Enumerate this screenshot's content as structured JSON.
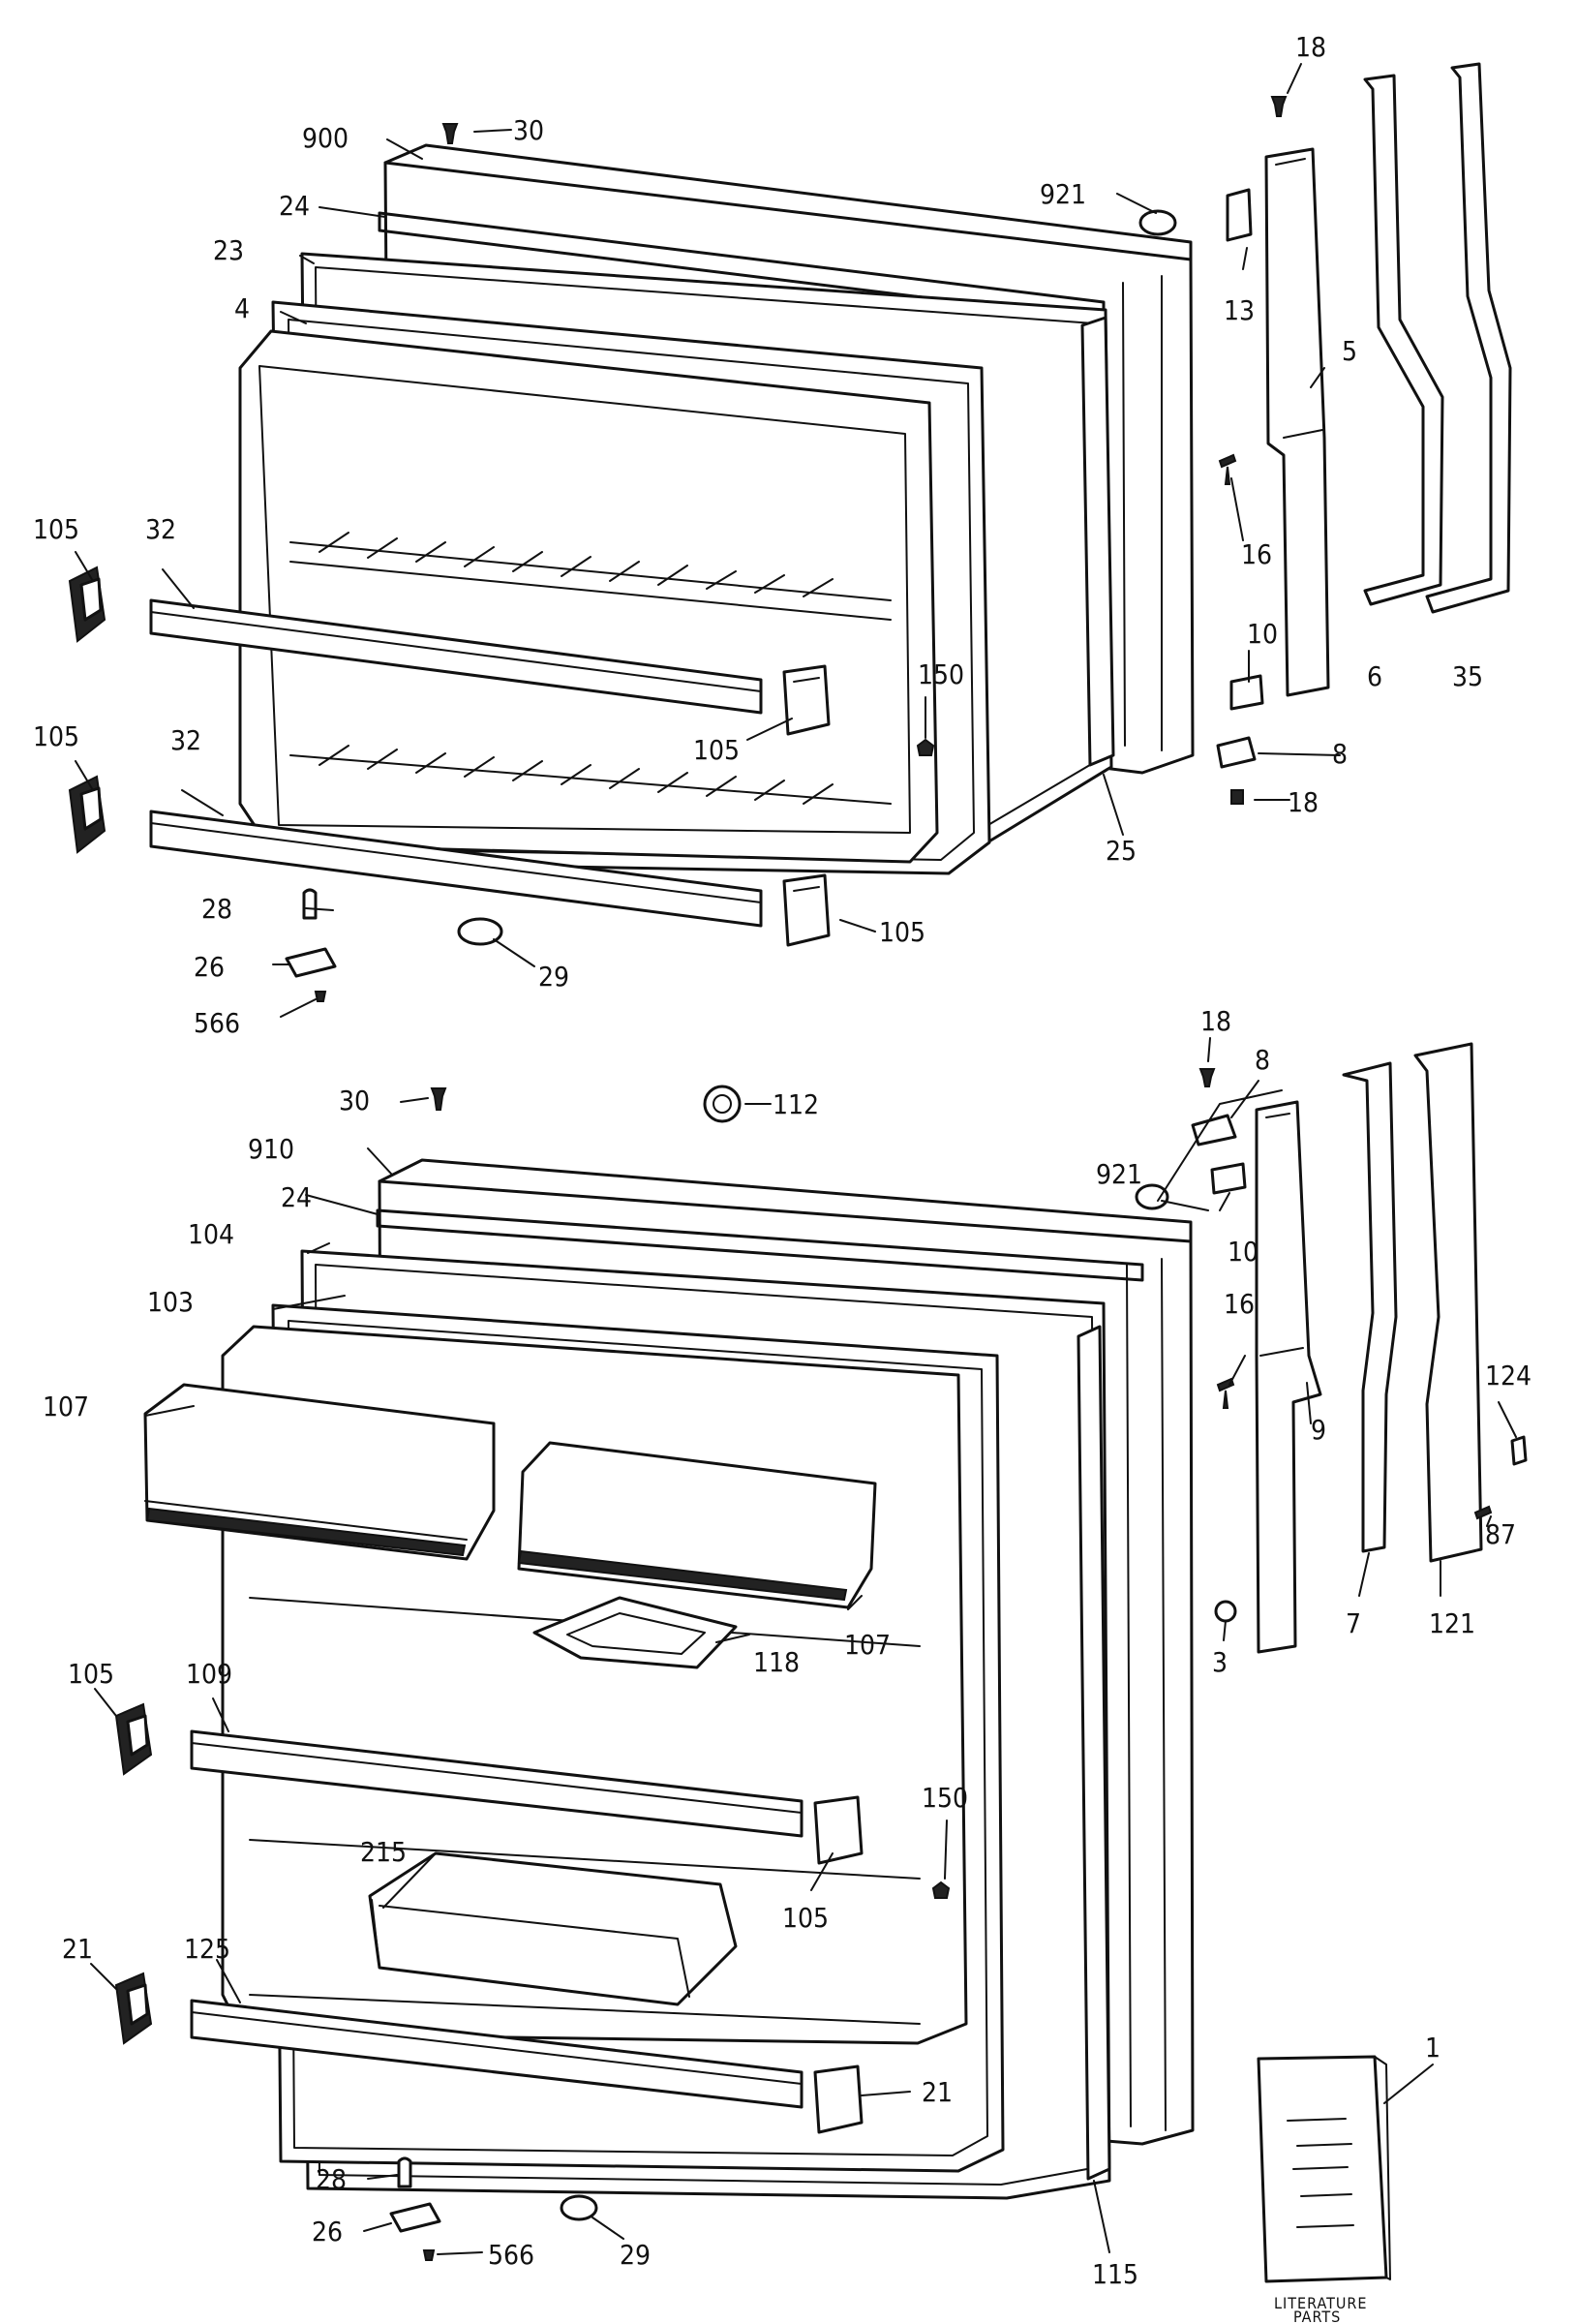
{
  "callouts": [
    {
      "id": "c-30-top",
      "text": "30"
    },
    {
      "id": "c-900",
      "text": "900"
    },
    {
      "id": "c-24-top",
      "text": "24"
    },
    {
      "id": "c-23",
      "text": "23"
    },
    {
      "id": "c-4",
      "text": "4"
    },
    {
      "id": "c-921-top",
      "text": "921"
    },
    {
      "id": "c-18-top",
      "text": "18"
    },
    {
      "id": "c-13",
      "text": "13"
    },
    {
      "id": "c-5",
      "text": "5"
    },
    {
      "id": "c-16-top",
      "text": "16"
    },
    {
      "id": "c-10-top",
      "text": "10"
    },
    {
      "id": "c-6",
      "text": "6"
    },
    {
      "id": "c-35",
      "text": "35"
    },
    {
      "id": "c-8-top",
      "text": "8"
    },
    {
      "id": "c-18-mid",
      "text": "18"
    },
    {
      "id": "c-25",
      "text": "25"
    },
    {
      "id": "c-105-a",
      "text": "105"
    },
    {
      "id": "c-32-a",
      "text": "32"
    },
    {
      "id": "c-105-b",
      "text": "105"
    },
    {
      "id": "c-32-b",
      "text": "32"
    },
    {
      "id": "c-150-top",
      "text": "150"
    },
    {
      "id": "c-105-c",
      "text": "105"
    },
    {
      "id": "c-105-d",
      "text": "105"
    },
    {
      "id": "c-28-top",
      "text": "28"
    },
    {
      "id": "c-26-top",
      "text": "26"
    },
    {
      "id": "c-566-top",
      "text": "566"
    },
    {
      "id": "c-29-top",
      "text": "29"
    },
    {
      "id": "c-18-low",
      "text": "18"
    },
    {
      "id": "c-8-low",
      "text": "8"
    },
    {
      "id": "c-30-low",
      "text": "30"
    },
    {
      "id": "c-112",
      "text": "112"
    },
    {
      "id": "c-910",
      "text": "910"
    },
    {
      "id": "c-921-low",
      "text": "921"
    },
    {
      "id": "c-24-low",
      "text": "24"
    },
    {
      "id": "c-10-low",
      "text": "10"
    },
    {
      "id": "c-104",
      "text": "104"
    },
    {
      "id": "c-103",
      "text": "103"
    },
    {
      "id": "c-16-low",
      "text": "16"
    },
    {
      "id": "c-9",
      "text": "9"
    },
    {
      "id": "c-124",
      "text": "124"
    },
    {
      "id": "c-107-a",
      "text": "107"
    },
    {
      "id": "c-87",
      "text": "87"
    },
    {
      "id": "c-7",
      "text": "7"
    },
    {
      "id": "c-121",
      "text": "121"
    },
    {
      "id": "c-107-b",
      "text": "107"
    },
    {
      "id": "c-118",
      "text": "118"
    },
    {
      "id": "c-3",
      "text": "3"
    },
    {
      "id": "c-105-e",
      "text": "105"
    },
    {
      "id": "c-109",
      "text": "109"
    },
    {
      "id": "c-150-low",
      "text": "150"
    },
    {
      "id": "c-215",
      "text": "215"
    },
    {
      "id": "c-105-f",
      "text": "105"
    },
    {
      "id": "c-21-a",
      "text": "21"
    },
    {
      "id": "c-125",
      "text": "125"
    },
    {
      "id": "c-21-b",
      "text": "21"
    },
    {
      "id": "c-1",
      "text": "1"
    },
    {
      "id": "c-28-low",
      "text": "28"
    },
    {
      "id": "c-26-low",
      "text": "26"
    },
    {
      "id": "c-566-low",
      "text": "566"
    },
    {
      "id": "c-29-low",
      "text": "29"
    },
    {
      "id": "c-115",
      "text": "115"
    }
  ],
  "literature": {
    "line1": "LITERATURE",
    "line2": "PARTS"
  }
}
